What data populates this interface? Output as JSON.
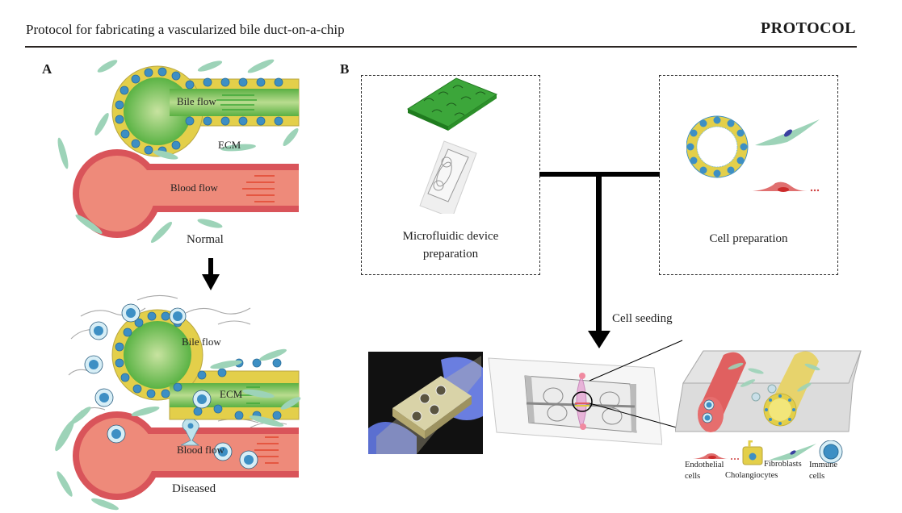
{
  "header": {
    "running_title": "Protocol for fabricating a vascularized bile duct-on-a-chip",
    "section_tag": "PROTOCOL"
  },
  "panel_a": {
    "label": "A",
    "normal": {
      "bile_flow_label": "Bile flow",
      "ecm_label": "ECM",
      "blood_flow_label": "Blood flow",
      "caption": "Normal"
    },
    "diseased": {
      "bile_flow_label": "Bile flow",
      "ecm_label": "ECM",
      "blood_flow_label": "Blood flow",
      "caption": "Diseased"
    }
  },
  "panel_b": {
    "label": "B",
    "device_box_caption_line1": "Microfluidic device",
    "device_box_caption_line2": "preparation",
    "cell_box_caption": "Cell preparation",
    "seeding_label": "Cell seeding",
    "legend": {
      "endothelial_line1": "Endothelial",
      "endothelial_line2": "cells",
      "cholangiocytes": "Cholangiocytes",
      "fibroblasts": "Fibroblasts",
      "immune_line1": "Immune",
      "immune_line2": "cells"
    }
  },
  "colors": {
    "bile_lumen": "#7cc04a",
    "cholangiocyte": "#e3cf4a",
    "nucleus": "#3d8fc4",
    "vessel": "#ee8a7a",
    "vessel_wall": "#d9545a",
    "fibroblast": "#9dd3b8",
    "mold": "#3ca63a",
    "rule": "#2b2523"
  }
}
